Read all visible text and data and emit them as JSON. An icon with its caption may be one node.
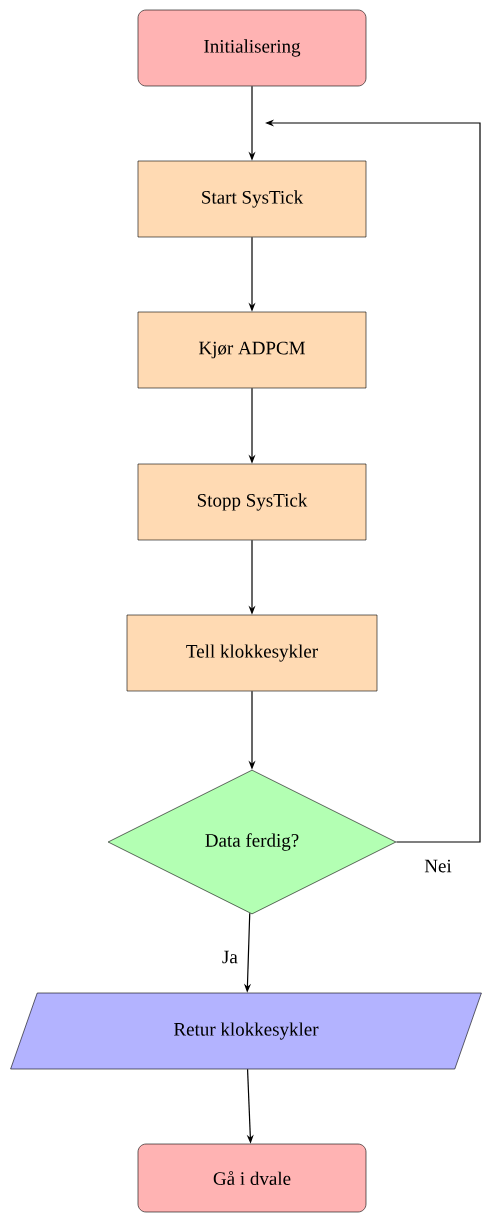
{
  "diagram": {
    "nodes": [
      {
        "text": [
          "Initialisering"
        ]
      },
      {
        "text": [
          "Start SysTick"
        ]
      },
      {
        "text": [
          "Kjør ADPCM"
        ]
      },
      {
        "text": [
          "Stopp SysTick"
        ]
      },
      {
        "text": [
          "Tell klokkesykler"
        ]
      },
      {
        "text": [
          "Data ferdig?"
        ]
      },
      {
        "text": [
          "Retur klokkesykler"
        ]
      },
      {
        "text": [
          "Gå i dvale"
        ]
      }
    ],
    "edges": [
      {
        "from": 0,
        "to": 1,
        "arrow": "to"
      },
      {
        "from": 1,
        "to": 2,
        "arrow": "to"
      },
      {
        "from": 2,
        "to": 3,
        "arrow": "to"
      },
      {
        "from": 3,
        "to": 4,
        "arrow": "to"
      },
      {
        "from": 4,
        "to": 5,
        "arrow": "to"
      },
      {
        "from": 5,
        "to": 6,
        "arrow": "to",
        "label": "Ja"
      },
      {
        "from": 6,
        "to": 7,
        "arrow": "to"
      },
      {
        "from": 5,
        "to": 1,
        "arrow": "to",
        "label": "Nei"
      }
    ]
  }
}
